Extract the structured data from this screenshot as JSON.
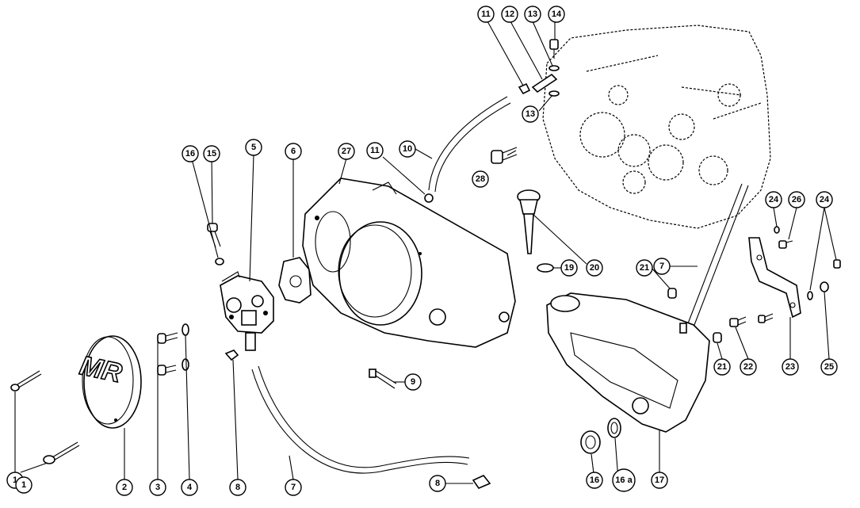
{
  "diagram": {
    "logo": "MR",
    "callouts": [
      {
        "id": "c1a",
        "label": "1"
      },
      {
        "id": "c1b",
        "label": "1"
      },
      {
        "id": "c2",
        "label": "2"
      },
      {
        "id": "c3",
        "label": "3"
      },
      {
        "id": "c4",
        "label": "4"
      },
      {
        "id": "c5",
        "label": "5"
      },
      {
        "id": "c6",
        "label": "6"
      },
      {
        "id": "c7a",
        "label": "7"
      },
      {
        "id": "c7b",
        "label": "7"
      },
      {
        "id": "c8a",
        "label": "8"
      },
      {
        "id": "c8b",
        "label": "8"
      },
      {
        "id": "c9",
        "label": "9"
      },
      {
        "id": "c10",
        "label": "10"
      },
      {
        "id": "c11a",
        "label": "11"
      },
      {
        "id": "c11b",
        "label": "11"
      },
      {
        "id": "c12",
        "label": "12"
      },
      {
        "id": "c13a",
        "label": "13"
      },
      {
        "id": "c13b",
        "label": "13"
      },
      {
        "id": "c14",
        "label": "14"
      },
      {
        "id": "c15",
        "label": "15"
      },
      {
        "id": "c16a",
        "label": "16"
      },
      {
        "id": "c16b",
        "label": "16"
      },
      {
        "id": "c16c",
        "label": "16 a"
      },
      {
        "id": "c17",
        "label": "17"
      },
      {
        "id": "c19",
        "label": "19"
      },
      {
        "id": "c20",
        "label": "20"
      },
      {
        "id": "c21a",
        "label": "21"
      },
      {
        "id": "c21b",
        "label": "21"
      },
      {
        "id": "c22",
        "label": "22"
      },
      {
        "id": "c23",
        "label": "23"
      },
      {
        "id": "c24a",
        "label": "24"
      },
      {
        "id": "c24b",
        "label": "24"
      },
      {
        "id": "c25",
        "label": "25"
      },
      {
        "id": "c26",
        "label": "26"
      },
      {
        "id": "c27",
        "label": "27"
      },
      {
        "id": "c28",
        "label": "28"
      }
    ]
  }
}
